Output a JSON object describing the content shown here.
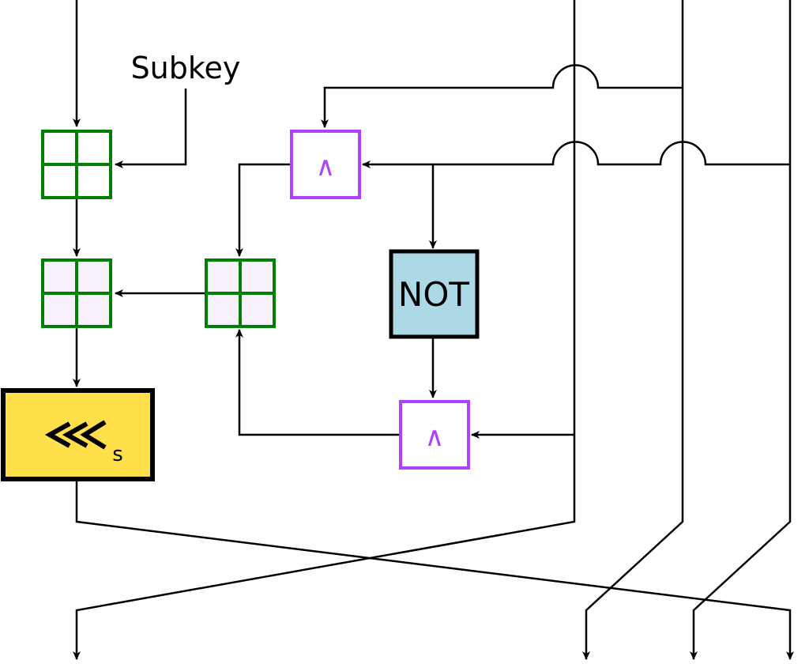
{
  "labels": {
    "subkey": "Subkey",
    "and_symbol": "∧",
    "not": "NOT",
    "rotate": "⋘",
    "rotate_sub": "s"
  },
  "colors": {
    "adder": "#008000",
    "adder_fill": "#f6f1fb",
    "and": "#b040ff",
    "not_fill": "#add8e6",
    "rotate_fill": "#ffe04a"
  }
}
